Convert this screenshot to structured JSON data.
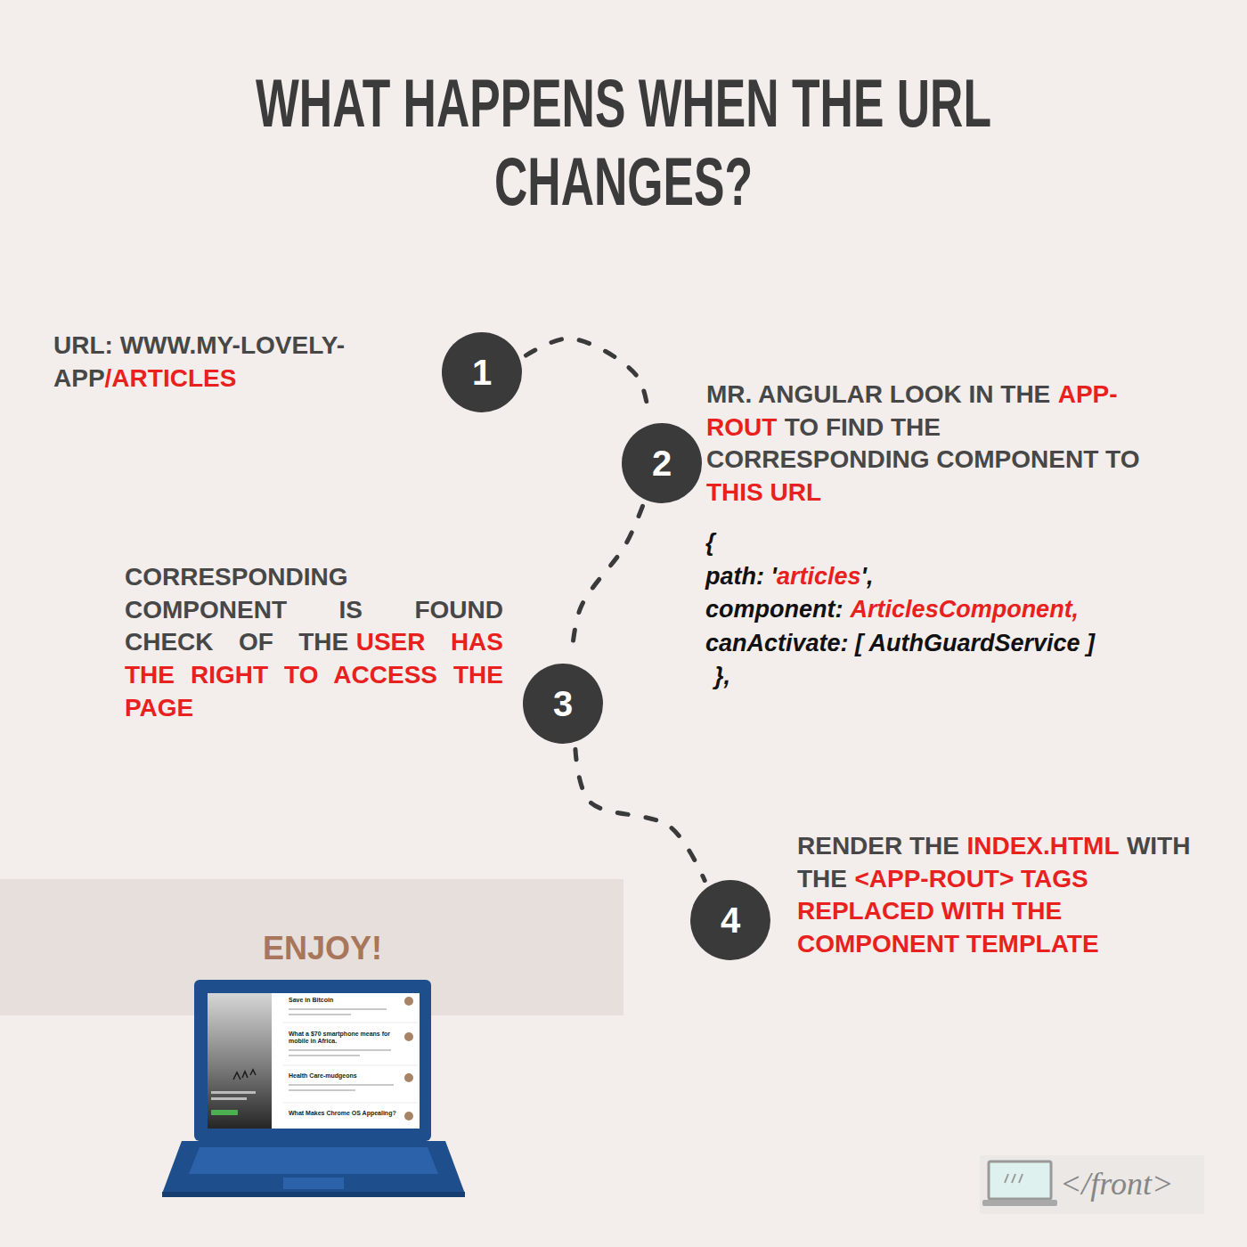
{
  "diagram": {
    "title": "WHAT HAPPENS WHEN THE URL CHANGES?",
    "nodes": [
      {
        "text": [
          "1"
        ]
      },
      {
        "text": [
          "2"
        ]
      },
      {
        "text": [
          "3"
        ]
      },
      {
        "text": [
          "4"
        ]
      }
    ],
    "edges": [
      {
        "from": 0,
        "to": 1,
        "arrow": "none"
      },
      {
        "from": 1,
        "to": 2,
        "arrow": "none"
      },
      {
        "from": 2,
        "to": 3,
        "arrow": "none"
      }
    ],
    "labels": [
      "URL: WWW.MY-LOVELY-APP",
      "/ARTICLES",
      "MR. ANGULAR LOOK IN THE",
      "APP-ROUT",
      "TO FIND THE CORRESPONDING COMPONENT TO",
      "THIS URL",
      "{",
      "path: '",
      "articles",
      "',",
      "component:",
      "ArticlesComponent,",
      "canActivate: [ AuthGuardService ]",
      "},",
      "CORRESPONDING COMPONENT IS FOUND CHECK OF THE",
      "USER HAS THE RIGHT TO ACCESS THE PAGE",
      "RENDER THE",
      "INDEX.HTML",
      "WITH THE",
      "<APP-ROUT> TAGS REPLACED WITH THE COMPONENT TEMPLATE",
      "ENJOY!",
      "Save in Bitcoin",
      "What a $70 smartphone means for mobile in Africa.",
      "Health Care-mudgeons",
      "What Makes Chrome OS Appealing?",
      "</front>"
    ]
  }
}
